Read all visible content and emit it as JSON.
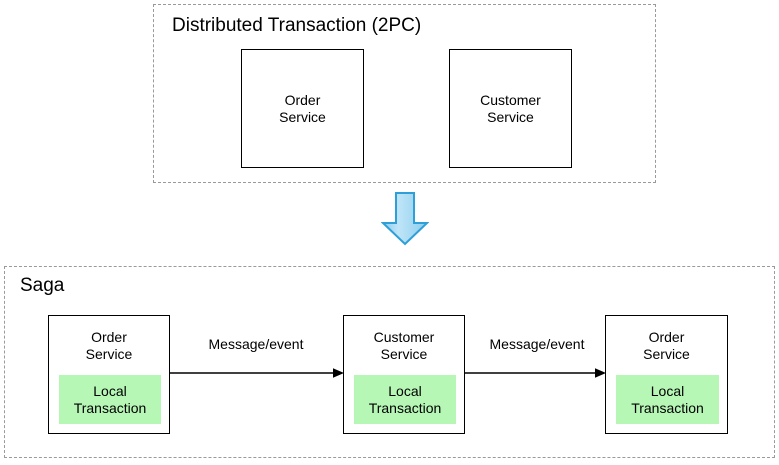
{
  "diagram": {
    "title_2pc": "Distributed Transaction (2PC)",
    "title_saga": "Saga",
    "colors": {
      "local_transaction_fill": "#b6f7b6",
      "box_stroke": "#000000",
      "group_stroke": "#9a9a9a",
      "transition_arrow_fill": "#a5d8f3",
      "transition_arrow_stroke": "#2f9fd8"
    },
    "twopc": {
      "services": [
        {
          "name": "Order\nService"
        },
        {
          "name": "Customer\nService"
        }
      ]
    },
    "saga": {
      "services": [
        {
          "name": "Order\nService",
          "local_transaction": "Local\nTransaction"
        },
        {
          "name": "Customer\nService",
          "local_transaction": "Local\nTransaction"
        },
        {
          "name": "Order\nService",
          "local_transaction": "Local\nTransaction"
        }
      ],
      "edges": [
        {
          "label": "Message/event"
        },
        {
          "label": "Message/event"
        }
      ]
    },
    "transition": {
      "icon": "down-arrow-icon"
    }
  }
}
